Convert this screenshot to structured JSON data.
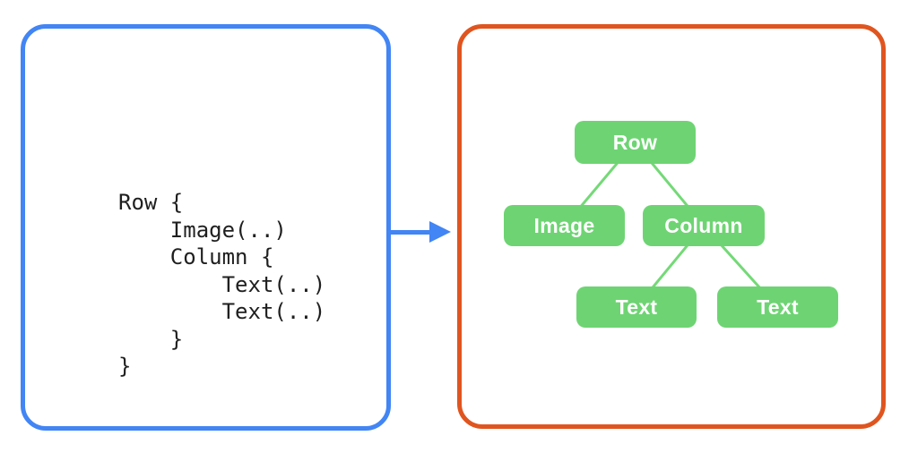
{
  "diagram": {
    "description": "Composable code mapped to its UI tree",
    "code_panel": {
      "border_color": "#4285F4",
      "code": "Row {\n    Image(..)\n    Column {\n        Text(..)\n        Text(..)\n    }\n}"
    },
    "arrow": {
      "direction": "right",
      "color": "#4285F4"
    },
    "tree_panel": {
      "border_color": "#E0551F",
      "node_fill_color": "#6ED473",
      "node_text_color": "#FFFFFF",
      "edge_color": "#74D977",
      "nodes": [
        {
          "id": "row",
          "label": "Row"
        },
        {
          "id": "image",
          "label": "Image"
        },
        {
          "id": "column",
          "label": "Column"
        },
        {
          "id": "text-1",
          "label": "Text"
        },
        {
          "id": "text-2",
          "label": "Text"
        }
      ],
      "edges": [
        {
          "from": "row",
          "to": "image"
        },
        {
          "from": "row",
          "to": "column"
        },
        {
          "from": "column",
          "to": "text-1"
        },
        {
          "from": "column",
          "to": "text-2"
        }
      ]
    }
  }
}
